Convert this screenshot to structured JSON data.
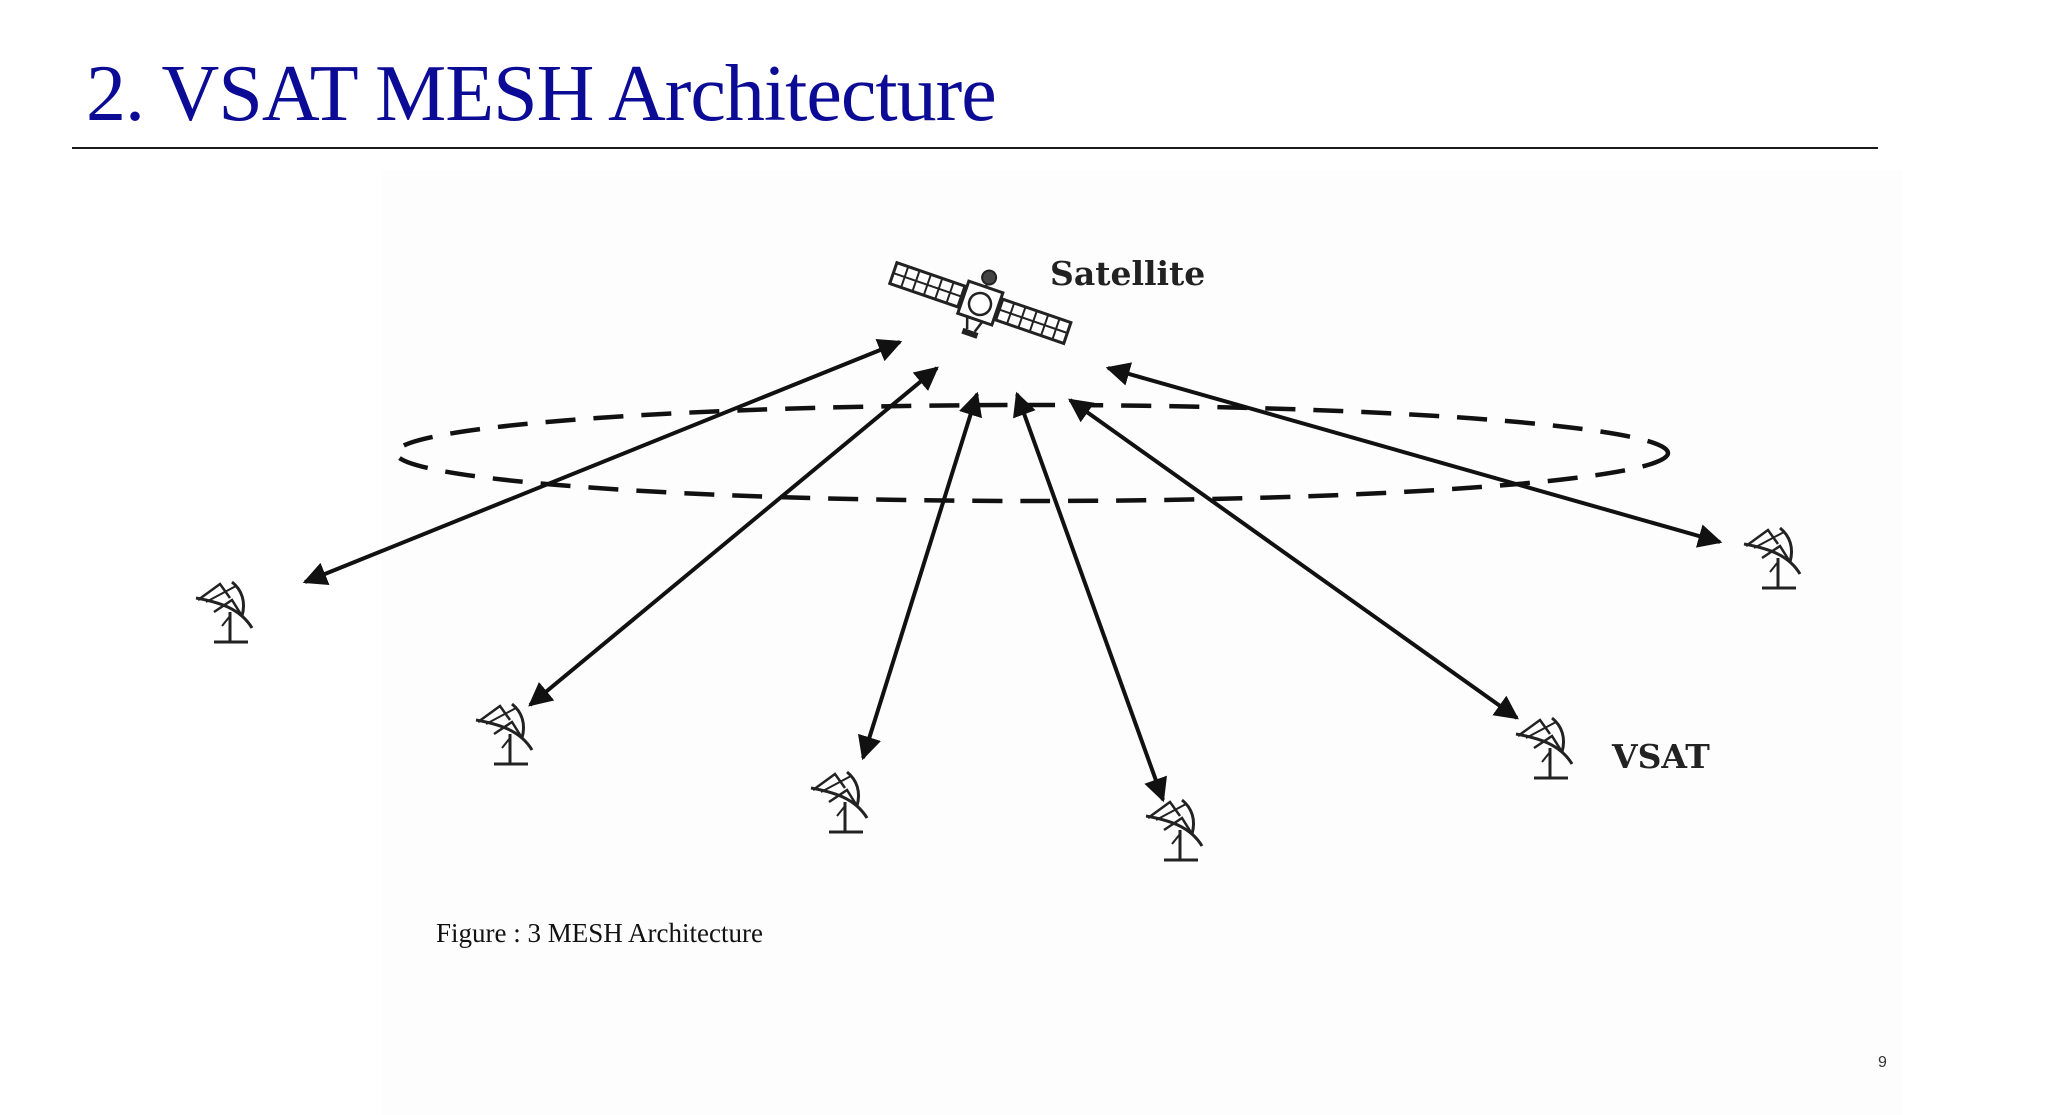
{
  "slide": {
    "title": "2. VSAT MESH Architecture",
    "page_number": "9"
  },
  "figure": {
    "satellite_label": "Satellite",
    "vsat_label": "VSAT",
    "caption": "Figure : 3 MESH Architecture",
    "nodes": [
      {
        "id": "satellite",
        "icon": "satellite-icon"
      },
      {
        "id": "vsat-1",
        "icon": "satellite-dish-icon"
      },
      {
        "id": "vsat-2",
        "icon": "satellite-dish-icon"
      },
      {
        "id": "vsat-3",
        "icon": "satellite-dish-icon"
      },
      {
        "id": "vsat-4",
        "icon": "satellite-dish-icon"
      },
      {
        "id": "vsat-5",
        "icon": "satellite-dish-icon"
      },
      {
        "id": "vsat-6",
        "icon": "satellite-dish-icon"
      }
    ],
    "links": [
      {
        "from": "satellite",
        "to": "vsat-1",
        "direction": "bidirectional"
      },
      {
        "from": "satellite",
        "to": "vsat-2",
        "direction": "bidirectional"
      },
      {
        "from": "satellite",
        "to": "vsat-3",
        "direction": "bidirectional"
      },
      {
        "from": "satellite",
        "to": "vsat-4",
        "direction": "bidirectional"
      },
      {
        "from": "satellite",
        "to": "vsat-5",
        "direction": "bidirectional"
      },
      {
        "from": "satellite",
        "to": "vsat-6",
        "direction": "bidirectional"
      }
    ],
    "coverage_outline": "dashed-ellipse"
  },
  "colors": {
    "title": "#0b0b96",
    "line": "#111111"
  }
}
